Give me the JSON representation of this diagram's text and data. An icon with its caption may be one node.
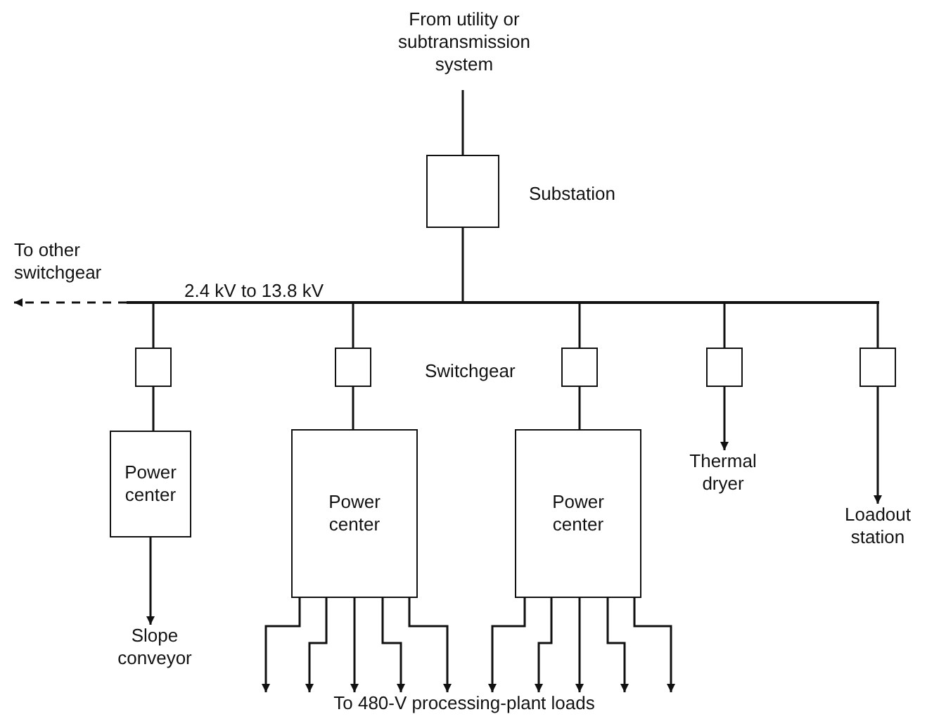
{
  "diagram": {
    "nodes": [
      {
        "text": [
          "From utility or subtransmission system"
        ]
      },
      {
        "text": [],
        "shape": "box",
        "beside": [
          "Substation"
        ]
      },
      {
        "text": [],
        "shape": "bar",
        "beside": [
          "2.4 kV to 13.8 kV"
        ]
      },
      {
        "text": [],
        "shape": "box"
      },
      {
        "text": [],
        "shape": "box"
      },
      {
        "text": [],
        "shape": "box"
      },
      {
        "text": [],
        "shape": "box"
      },
      {
        "text": [],
        "shape": "box"
      },
      {
        "text": [
          "Power center"
        ]
      },
      {
        "text": [
          "Power center"
        ]
      },
      {
        "text": [
          "Power center"
        ]
      },
      {
        "text": [
          "Slope conveyor"
        ]
      },
      {
        "text": [
          "Thermal dryer"
        ]
      },
      {
        "text": [
          "Loadout station"
        ]
      },
      {
        "text": [
          "To 480-V processing-plant loads"
        ]
      },
      {
        "text": [
          "To other switchgear"
        ]
      }
    ],
    "edges": [
      {
        "from": 0,
        "to": 1,
        "arrow": "none"
      },
      {
        "from": 1,
        "to": 2,
        "arrow": "none"
      },
      {
        "from": 2,
        "to": 15,
        "arrow": "to",
        "style": "dashed"
      },
      {
        "from": 2,
        "to": 3,
        "arrow": "none"
      },
      {
        "from": 2,
        "to": 4,
        "arrow": "none"
      },
      {
        "from": 2,
        "to": 5,
        "arrow": "none"
      },
      {
        "from": 2,
        "to": 6,
        "arrow": "none"
      },
      {
        "from": 2,
        "to": 7,
        "arrow": "none"
      },
      {
        "from": 3,
        "to": 8,
        "arrow": "none"
      },
      {
        "from": 4,
        "to": 9,
        "arrow": "none"
      },
      {
        "from": 5,
        "to": 10,
        "arrow": "none"
      },
      {
        "from": 8,
        "to": 11,
        "arrow": "to"
      },
      {
        "from": 6,
        "to": 12,
        "arrow": "to"
      },
      {
        "from": 7,
        "to": 13,
        "arrow": "to"
      },
      {
        "from": 9,
        "to": 14,
        "arrow": "to"
      },
      {
        "from": 9,
        "to": 14,
        "arrow": "to"
      },
      {
        "from": 9,
        "to": 14,
        "arrow": "to"
      },
      {
        "from": 9,
        "to": 14,
        "arrow": "to"
      },
      {
        "from": 9,
        "to": 14,
        "arrow": "to"
      },
      {
        "from": 10,
        "to": 14,
        "arrow": "to"
      },
      {
        "from": 10,
        "to": 14,
        "arrow": "to"
      },
      {
        "from": 10,
        "to": 14,
        "arrow": "to"
      },
      {
        "from": 10,
        "to": 14,
        "arrow": "to"
      },
      {
        "from": 10,
        "to": 14,
        "arrow": "to"
      }
    ],
    "labels": [
      "Switchgear"
    ]
  }
}
